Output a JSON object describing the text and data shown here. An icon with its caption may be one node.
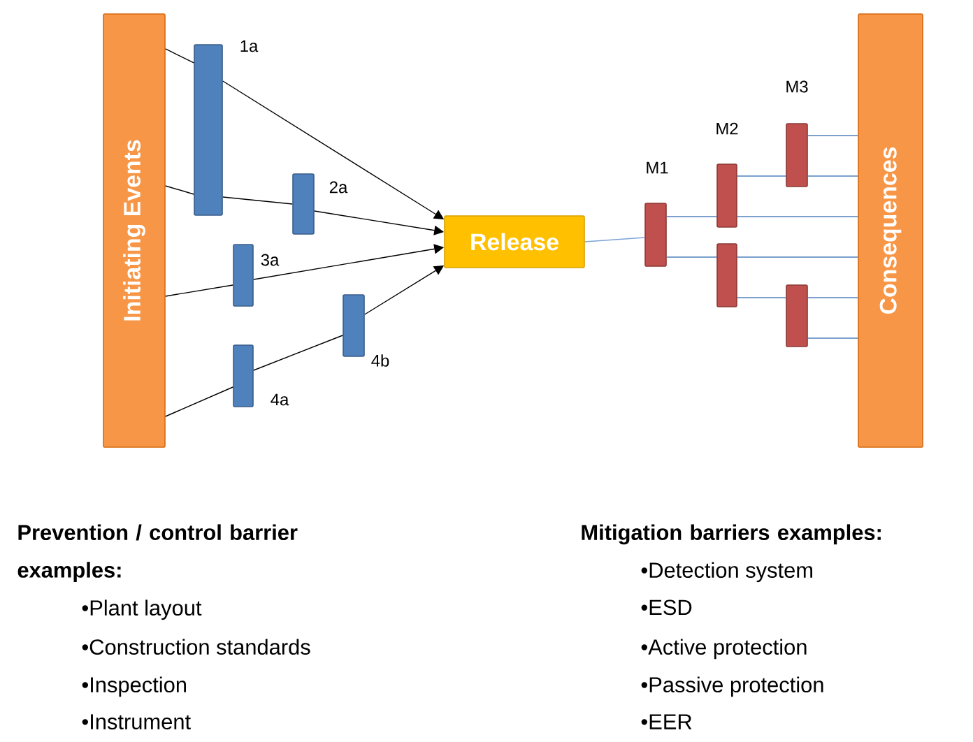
{
  "diagram": {
    "nodes": [
      {
        "text": [
          "Initiating Events"
        ]
      },
      {
        "text": [
          "Release"
        ]
      },
      {
        "text": [
          "Consequences"
        ]
      },
      {
        "text": [],
        "shape": "bar",
        "beside": [
          "1a"
        ]
      },
      {
        "text": [],
        "shape": "bar",
        "beside": [
          "2a"
        ]
      },
      {
        "text": [],
        "shape": "bar",
        "beside": [
          "3a"
        ]
      },
      {
        "text": [],
        "shape": "bar",
        "beside": [
          "4a"
        ]
      },
      {
        "text": [],
        "shape": "bar",
        "beside": [
          "4b"
        ]
      },
      {
        "text": [],
        "shape": "bar",
        "beside": [
          "M1"
        ]
      },
      {
        "text": [],
        "shape": "bar",
        "beside": [
          "M2"
        ]
      },
      {
        "text": [],
        "shape": "bar"
      },
      {
        "text": [],
        "shape": "bar",
        "beside": [
          "M3"
        ]
      },
      {
        "text": [],
        "shape": "bar"
      }
    ],
    "edges": [
      {
        "from": 0,
        "to": 3,
        "arrow": "none"
      },
      {
        "from": 3,
        "to": 1,
        "arrow": "to"
      },
      {
        "from": 0,
        "to": 3,
        "arrow": "none"
      },
      {
        "from": 3,
        "to": 4,
        "arrow": "none"
      },
      {
        "from": 4,
        "to": 1,
        "arrow": "to"
      },
      {
        "from": 0,
        "to": 5,
        "arrow": "none"
      },
      {
        "from": 5,
        "to": 1,
        "arrow": "to"
      },
      {
        "from": 0,
        "to": 6,
        "arrow": "none"
      },
      {
        "from": 6,
        "to": 7,
        "arrow": "none"
      },
      {
        "from": 7,
        "to": 1,
        "arrow": "to"
      },
      {
        "from": 1,
        "to": 8,
        "arrow": "none",
        "color": "#7ba3d4"
      },
      {
        "from": 8,
        "to": 9,
        "arrow": "none",
        "color": "#4f81bd"
      },
      {
        "from": 8,
        "to": 10,
        "arrow": "none",
        "color": "#4f81bd"
      },
      {
        "from": 9,
        "to": 11,
        "arrow": "none",
        "color": "#4f81bd"
      },
      {
        "from": 9,
        "to": 2,
        "arrow": "none",
        "color": "#4f81bd"
      },
      {
        "from": 11,
        "to": 2,
        "arrow": "none",
        "color": "#4f81bd"
      },
      {
        "from": 11,
        "to": 2,
        "arrow": "none",
        "color": "#4f81bd"
      },
      {
        "from": 10,
        "to": 2,
        "arrow": "none",
        "color": "#4f81bd"
      },
      {
        "from": 10,
        "to": 12,
        "arrow": "none",
        "color": "#4f81bd"
      },
      {
        "from": 12,
        "to": 2,
        "arrow": "none",
        "color": "#4f81bd"
      },
      {
        "from": 12,
        "to": 2,
        "arrow": "none",
        "color": "#4f81bd"
      }
    ],
    "labels": [
      "Prevention / control barrier examples:",
      "•Plant layout",
      "•Construction standards",
      "•Inspection",
      "•Instrument",
      "Mitigation barriers examples:",
      "•Detection system",
      "•ESD",
      "•Active protection",
      "•Passive protection",
      "•EER"
    ]
  }
}
